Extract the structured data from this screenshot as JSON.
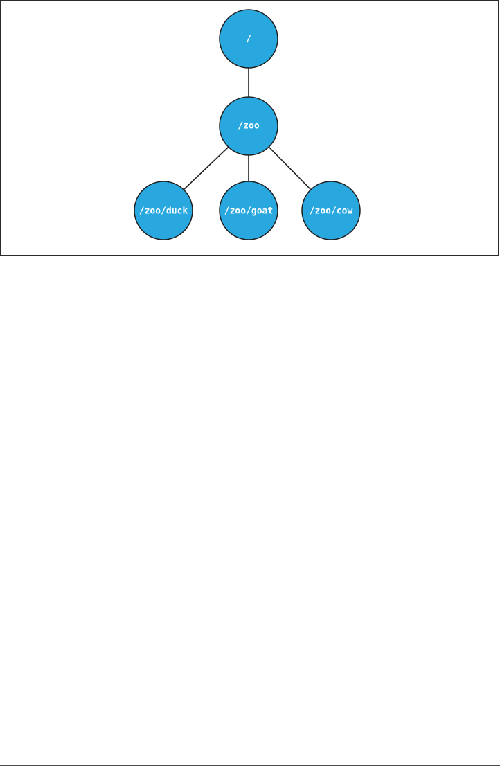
{
  "diagram": {
    "node_fill": "#29A8E0",
    "node_stroke": "#1f1f1f",
    "edge_color": "#1f1f1f",
    "nodes": [
      {
        "id": "root",
        "label": "/"
      },
      {
        "id": "zoo",
        "label": "/zoo"
      },
      {
        "id": "duck",
        "label": "/zoo/duck"
      },
      {
        "id": "goat",
        "label": "/zoo/goat"
      },
      {
        "id": "cow",
        "label": "/zoo/cow"
      }
    ],
    "edges": [
      {
        "from": "root",
        "to": "zoo"
      },
      {
        "from": "zoo",
        "to": "duck"
      },
      {
        "from": "zoo",
        "to": "goat"
      },
      {
        "from": "zoo",
        "to": "cow"
      }
    ]
  }
}
